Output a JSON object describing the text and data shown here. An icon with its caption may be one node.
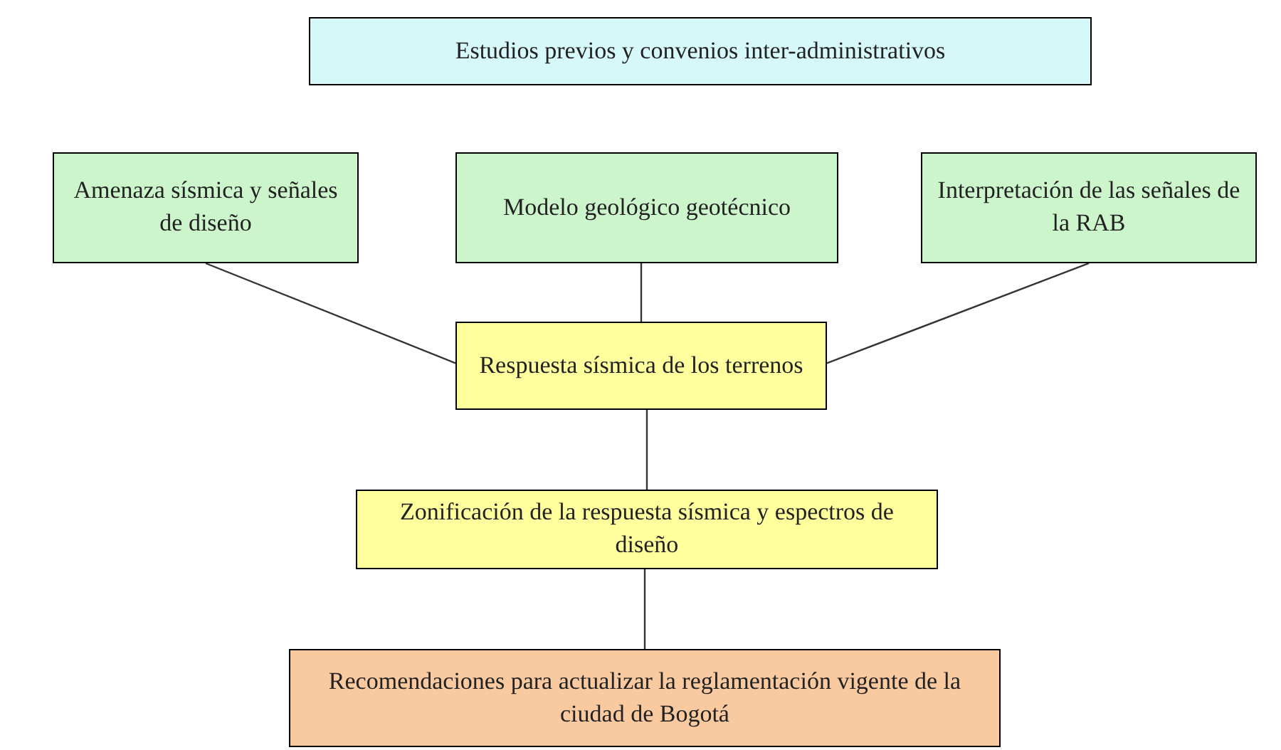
{
  "diagram": {
    "nodes": [
      {
        "text": [
          "Estudios previos y convenios inter-administrativos"
        ]
      },
      {
        "text": [
          "Amenaza sísmica y señales de diseño"
        ]
      },
      {
        "text": [
          "Modelo geológico geotécnico"
        ]
      },
      {
        "text": [
          "Interpretación de las señales de la RAB"
        ]
      },
      {
        "text": [
          "Respuesta sísmica de los terrenos"
        ]
      },
      {
        "text": [
          "Zonificación de la respuesta sísmica y espectros de diseño"
        ]
      },
      {
        "text": [
          "Recomendaciones para actualizar la reglamentación vigente de la ciudad de Bogotá"
        ]
      }
    ],
    "edges": [
      {
        "from": 1,
        "to": 4,
        "arrow": "none"
      },
      {
        "from": 2,
        "to": 4,
        "arrow": "none"
      },
      {
        "from": 3,
        "to": 4,
        "arrow": "none"
      },
      {
        "from": 4,
        "to": 5,
        "arrow": "none"
      },
      {
        "from": 5,
        "to": 6,
        "arrow": "none"
      }
    ]
  }
}
